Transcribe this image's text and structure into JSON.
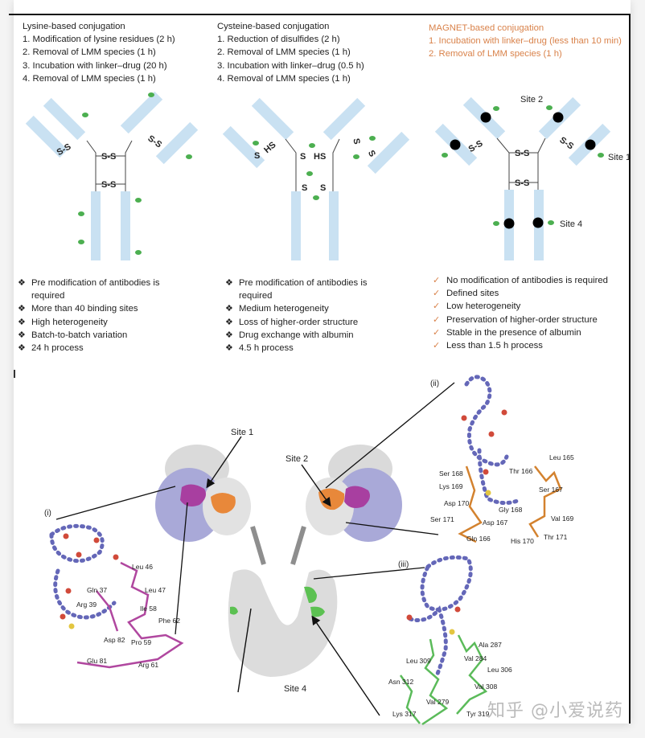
{
  "panels": {
    "lysine": {
      "title": "Lysine-based conjugation",
      "steps": [
        "1. Modification of lysine residues (2 h)",
        "2. Removal of LMM species (1 h)",
        "3. Incubation with linker–drug (20 h)",
        "4. Removal of LMM species (1 h)"
      ],
      "bullet": "❖",
      "features": [
        "Pre modification of antibodies is",
        "required",
        "More than 40 binding sites",
        "High heterogeneity",
        "Batch-to-batch variation",
        "24 h process"
      ]
    },
    "cysteine": {
      "title": "Cysteine-based conjugation",
      "steps": [
        "1. Reduction of disulfides (2 h)",
        "2. Removal of LMM species (1 h)",
        "3. Incubation with linker–drug (0.5 h)",
        "4. Removal of LMM species (1 h)"
      ],
      "bullet": "❖",
      "features": [
        "Pre modification of antibodies is",
        "required",
        "Medium heterogeneity",
        "Loss of higher-order structure",
        "Drug exchange with albumin",
        "4.5 h process"
      ]
    },
    "magnet": {
      "title": "MAGNET-based conjugation",
      "steps": [
        "1. Incubation with linker–drug (less than 10 min)",
        "2. Removal of LMM species (1 h)"
      ],
      "bullet": "✓",
      "features": [
        "No modification of antibodies is required",
        "Defined sites",
        "Low heterogeneity",
        "Preservation of higher-order structure",
        "Stable in the presence of albumin",
        "Less than 1.5 h process"
      ],
      "site_labels": [
        "Site 2",
        "Site 1",
        "Site 4"
      ]
    }
  },
  "diagram_labels": {
    "ss": "S-S",
    "s": "S",
    "hs": "HS"
  },
  "structure": {
    "site_labels": [
      "Site 1",
      "Site 2",
      "Site 4"
    ],
    "insets": [
      "(i)",
      "(ii)",
      "(iii)"
    ],
    "residues_i": [
      "Leu 46",
      "Gln 37",
      "Leu 47",
      "Arg 39",
      "Ile 58",
      "Phe 62",
      "Asp 82",
      "Pro 59",
      "Glu 81",
      "Arg 61"
    ],
    "residues_ii": [
      "Leu 165",
      "Ser 168",
      "Thr 166",
      "Lys 169",
      "Ser 167",
      "Asp 170",
      "Gly 168",
      "Val 169",
      "Ser 171",
      "Asp 167",
      "Gln 166",
      "His 170",
      "Thr 171"
    ],
    "residues_iii": [
      "Ala 287",
      "Leu 309",
      "Val 284",
      "Leu 306",
      "Asn 312",
      "Val 308",
      "Val 279",
      "Lys 317",
      "Tyr 319"
    ]
  },
  "colors": {
    "antibody": "#c9e1f2",
    "drug": "#4caf50",
    "magnet": "#d9824a",
    "site1": "#a83fa0",
    "site2": "#e8883a",
    "light_chain": "#a9a9d8",
    "site4": "#5cc152"
  },
  "watermark": "知乎 @小爱说药"
}
